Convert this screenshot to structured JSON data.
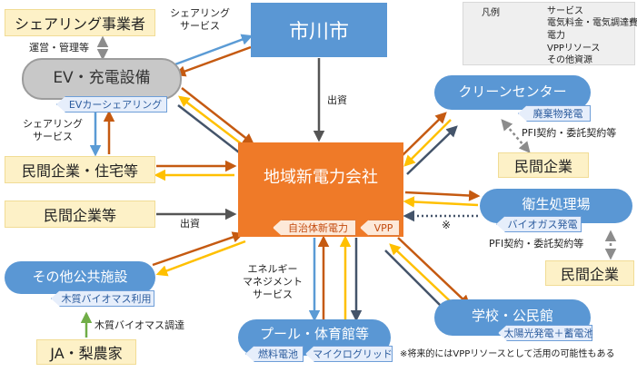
{
  "legend": {
    "title": "凡例",
    "items": [
      {
        "label": "サービス",
        "color": "#5b9bd5"
      },
      {
        "label": "電気料金・電気調達費",
        "color": "#c55a11"
      },
      {
        "label": "電力",
        "color": "#ffc000"
      },
      {
        "label": "VPPリソース",
        "color": "#44546a"
      },
      {
        "label": "その他資源",
        "color": "#70ad47"
      }
    ]
  },
  "nodes": {
    "sharing_operator": "シェアリング事業者",
    "ichikawa_city": "市川市",
    "ev_facility": "EV・充電設備",
    "ev_car_sharing": "EVカーシェアリング",
    "private_housing": "民間企業・住宅等",
    "private_companies_etc": "民間企業等",
    "regional_power_company": "地域新電力会社",
    "municipal_power": "自治体新電力",
    "vpp": "VPP",
    "clean_center": "クリーンセンター",
    "waste_power": "廃棄物発電",
    "private_company_1": "民間企業",
    "sanitation_plant": "衛生処理場",
    "biogas_power": "バイオガス発電",
    "private_company_2": "民間企業",
    "other_public": "その他公共施設",
    "wood_biomass_use": "木質バイオマス利用",
    "ja_farmers": "JA・梨農家",
    "pool_gym": "プール・体育館等",
    "fuel_cell": "燃料電池",
    "microgrid": "マイクログリッド",
    "school_hall": "学校・公民館",
    "solar_storage": "太陽光発電＋蓄電池"
  },
  "labels": {
    "sharing_service_top": "シェアリング\nサービス",
    "operation_management": "運営・管理等",
    "investment_city": "出資",
    "sharing_service_left": "シェアリング\nサービス",
    "investment_private": "出資",
    "pfi_1": "PFI契約・委託契約等",
    "pfi_2": "PFI契約・委託契約等",
    "note_mark": "※",
    "energy_management": "エネルギー\nマネジメント\nサービス",
    "wood_biomass_procurement": "木質バイオマス調達",
    "footnote": "※将来的にはVPPリソースとして活用の可能性もある"
  }
}
